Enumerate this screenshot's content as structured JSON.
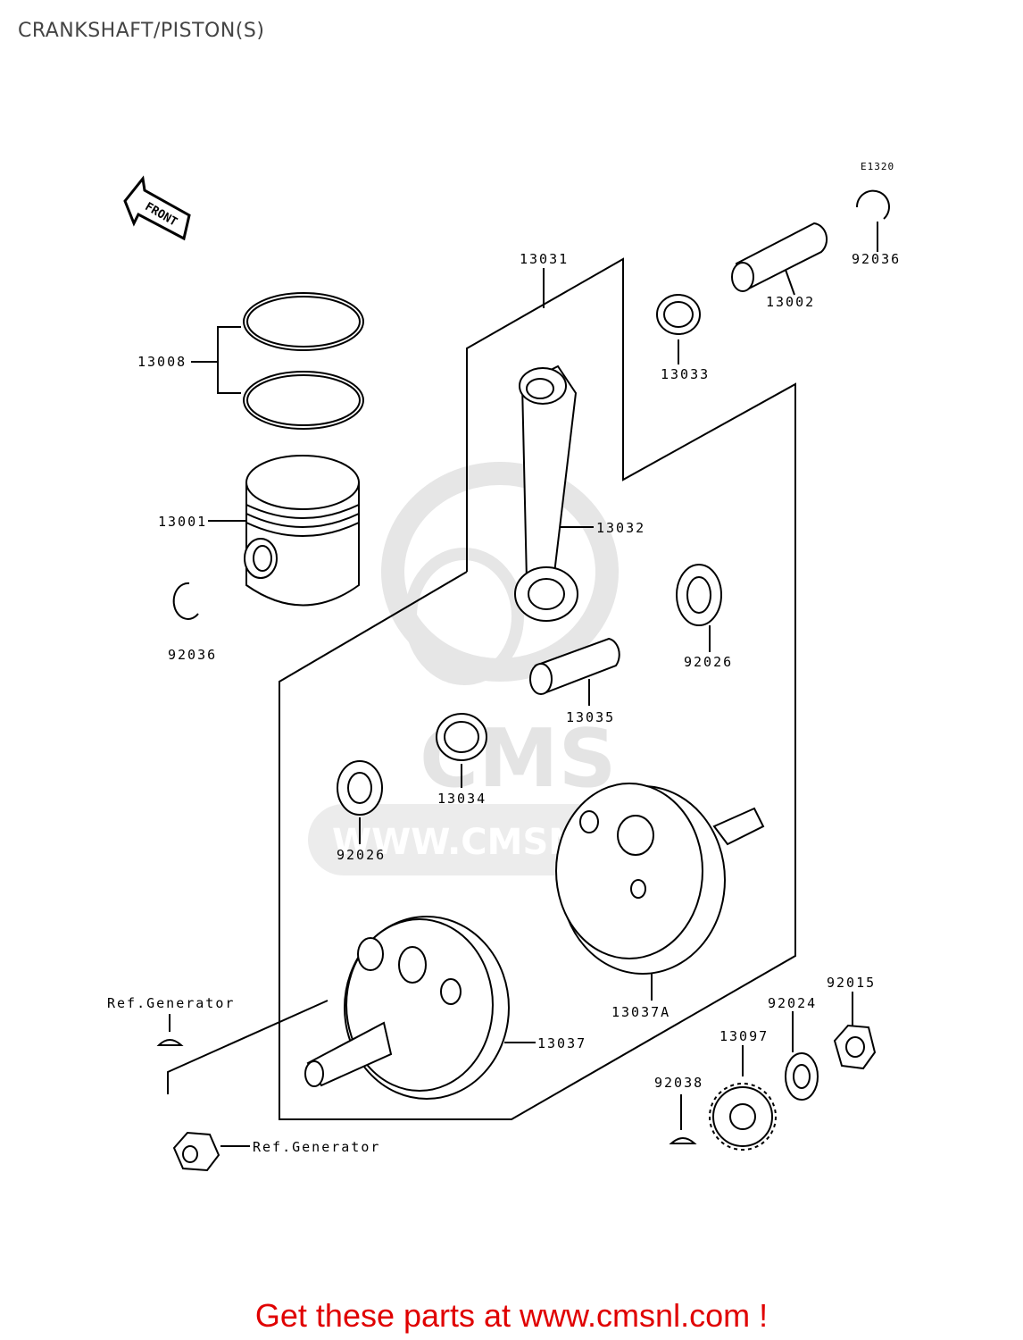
{
  "title": "CRANKSHAFT/PISTON(S)",
  "diagram_code": "E1320",
  "front_label": "FRONT",
  "watermark": {
    "brand": "CMS",
    "url": "WWW.CMSNL.COM"
  },
  "callouts": {
    "p13031": "13031",
    "p13002": "13002",
    "p92036_top": "92036",
    "p13033": "13033",
    "p13008": "13008",
    "p13001": "13001",
    "p13032": "13032",
    "p92036_left": "92036",
    "p92026_right": "92026",
    "p13035": "13035",
    "p13034": "13034",
    "p92026_left": "92026",
    "p13037A": "13037A",
    "p92015": "92015",
    "p92024": "92024",
    "p13097": "13097",
    "p92038": "92038",
    "p13037": "13037",
    "ref_generator_top": "Ref.Generator",
    "ref_generator_bottom": "Ref.Generator"
  },
  "footer": "Get these parts at www.cmsnl.com !"
}
